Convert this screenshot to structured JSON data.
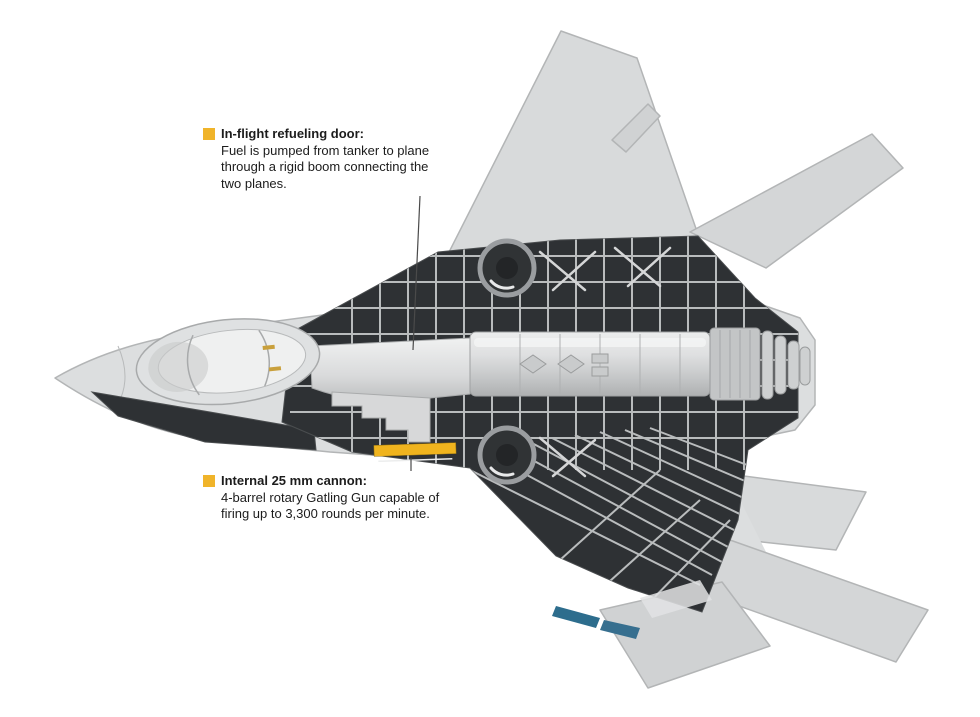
{
  "illustration_alt": "Top-view cutaway illustration of a stealth fighter jet showing internal structure, engine duct and weapons placement",
  "colors": {
    "marker": "#F0B42A",
    "airframe": "#DCDEDF",
    "airframe_edge": "#B3B5B6",
    "cutaway": "#2E3134",
    "rib": "#C6C8C9",
    "engine": "#D7D8D9",
    "cannon_bar": "#F0B41E",
    "blue_detail": "#2D6D8D",
    "leader_line": "#4A4A4A",
    "canopy_gold": "#C9A03C",
    "background": "#FFFFFF"
  },
  "annotations": {
    "refueling": {
      "label": "In-flight refueling door:",
      "lines": [
        "Fuel is pumped from tanker to plane",
        "through a rigid boom connecting the",
        "two planes."
      ]
    },
    "cannon": {
      "label": "Internal 25 mm cannon:",
      "lines": [
        "4-barrel rotary Gatling Gun capable of",
        "firing up to 3,300 rounds per minute."
      ]
    }
  }
}
